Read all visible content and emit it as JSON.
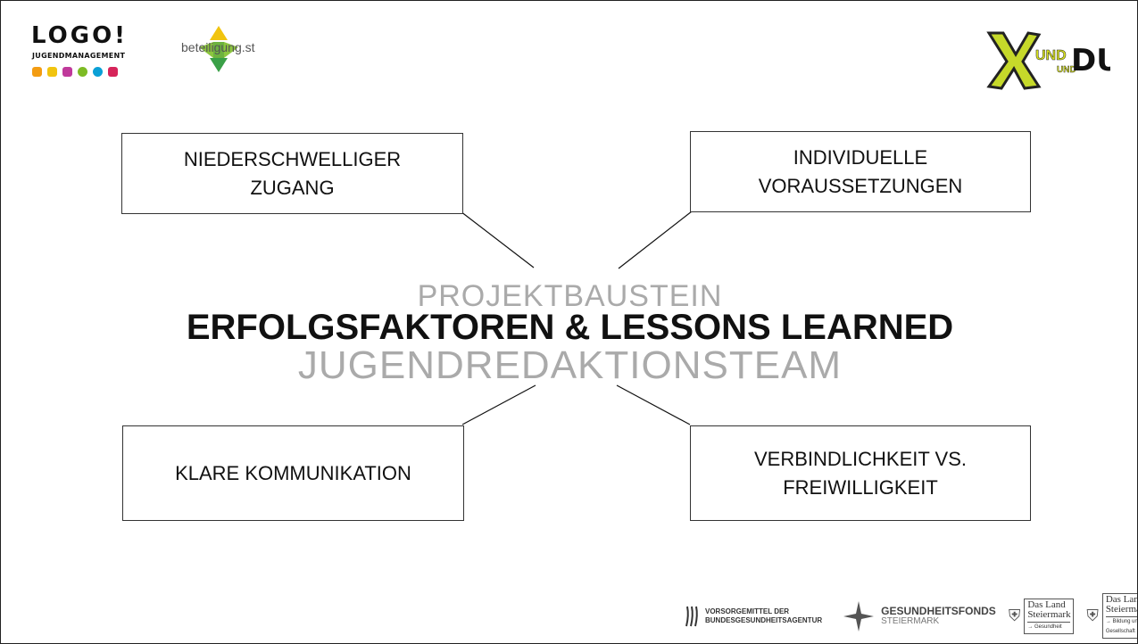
{
  "header": {
    "logo_text": "LOGO!",
    "logo_sub": "JUGENDMANAGEMENT",
    "logo_dots": [
      "#f39c12",
      "#f1c40f",
      "#c0399b",
      "#7dbb24",
      "#0aa0d6",
      "#d6245a"
    ],
    "partner_text": "beteiligung.st",
    "brand_x": "X",
    "brand_und1": "UND",
    "brand_und2": "UND",
    "brand_du": "DU"
  },
  "boxes": {
    "top_left": "NIEDERSCHWELLIGER ZUGANG",
    "top_right": "INDIVIDUELLE VORAUSSETZUNGEN",
    "bottom_left": "KLARE KOMMUNIKATION",
    "bottom_right": "VERBINDLICHKEIT VS. FREIWILLIGKEIT"
  },
  "center": {
    "title": "ERFOLGSFAKTOREN & LESSONS LEARNED",
    "bg_line1": "PROJEKTBAUSTEIN",
    "bg_line2": "JUGENDREDAKTIONSTEAM"
  },
  "footer": {
    "vorsorge_line1": "VORSORGEMITTEL DER",
    "vorsorge_line2": "BUNDESGESUNDHEITSAGENTUR",
    "fonds_line1": "GESUNDHEITSFONDS",
    "fonds_line2": "STEIERMARK",
    "land1_name": "Das Land Steiermark",
    "land1_sub": "→ Gesundheit",
    "land2_name": "Das Land Steiermark",
    "land2_sub": "→ Bildung und Gesellschaft"
  }
}
